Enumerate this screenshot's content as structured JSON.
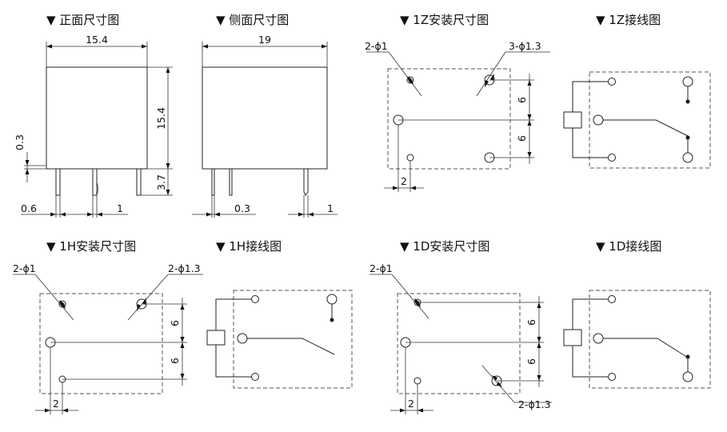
{
  "titles": {
    "front": "▼ 正面尺寸图",
    "side": "▼ 侧面尺寸图",
    "mount_1z": "▼ 1Z安装尺寸图",
    "wiring_1z": "▼ 1Z接线图",
    "mount_1h": "▼ 1H安装尺寸图",
    "wiring_1h": "▼ 1H接线图",
    "mount_1d": "▼ 1D安装尺寸图",
    "wiring_1d": "▼ 1D接线图"
  },
  "front": {
    "width": "15.4",
    "height": "15.4",
    "offset": "0.3",
    "pin_length": "3.7",
    "pin_width": "0.6",
    "pin_gap": "1"
  },
  "side": {
    "width": "19",
    "pin_width": "0.3",
    "pin_gap": "1"
  },
  "mount_1z": {
    "small_holes": "2-ϕ1",
    "large_holes": "3-ϕ1.3",
    "spacing_upper": "6",
    "spacing_lower": "6",
    "offset": "2"
  },
  "mount_1h": {
    "small_holes": "2-ϕ1",
    "large_holes": "2-ϕ1.3",
    "spacing_upper": "6",
    "spacing_lower": "6",
    "offset": "2"
  },
  "mount_1d": {
    "small_holes": "2-ϕ1",
    "large_holes": "2-ϕ1.3",
    "spacing_upper": "6",
    "spacing_lower": "6",
    "offset": "2"
  }
}
